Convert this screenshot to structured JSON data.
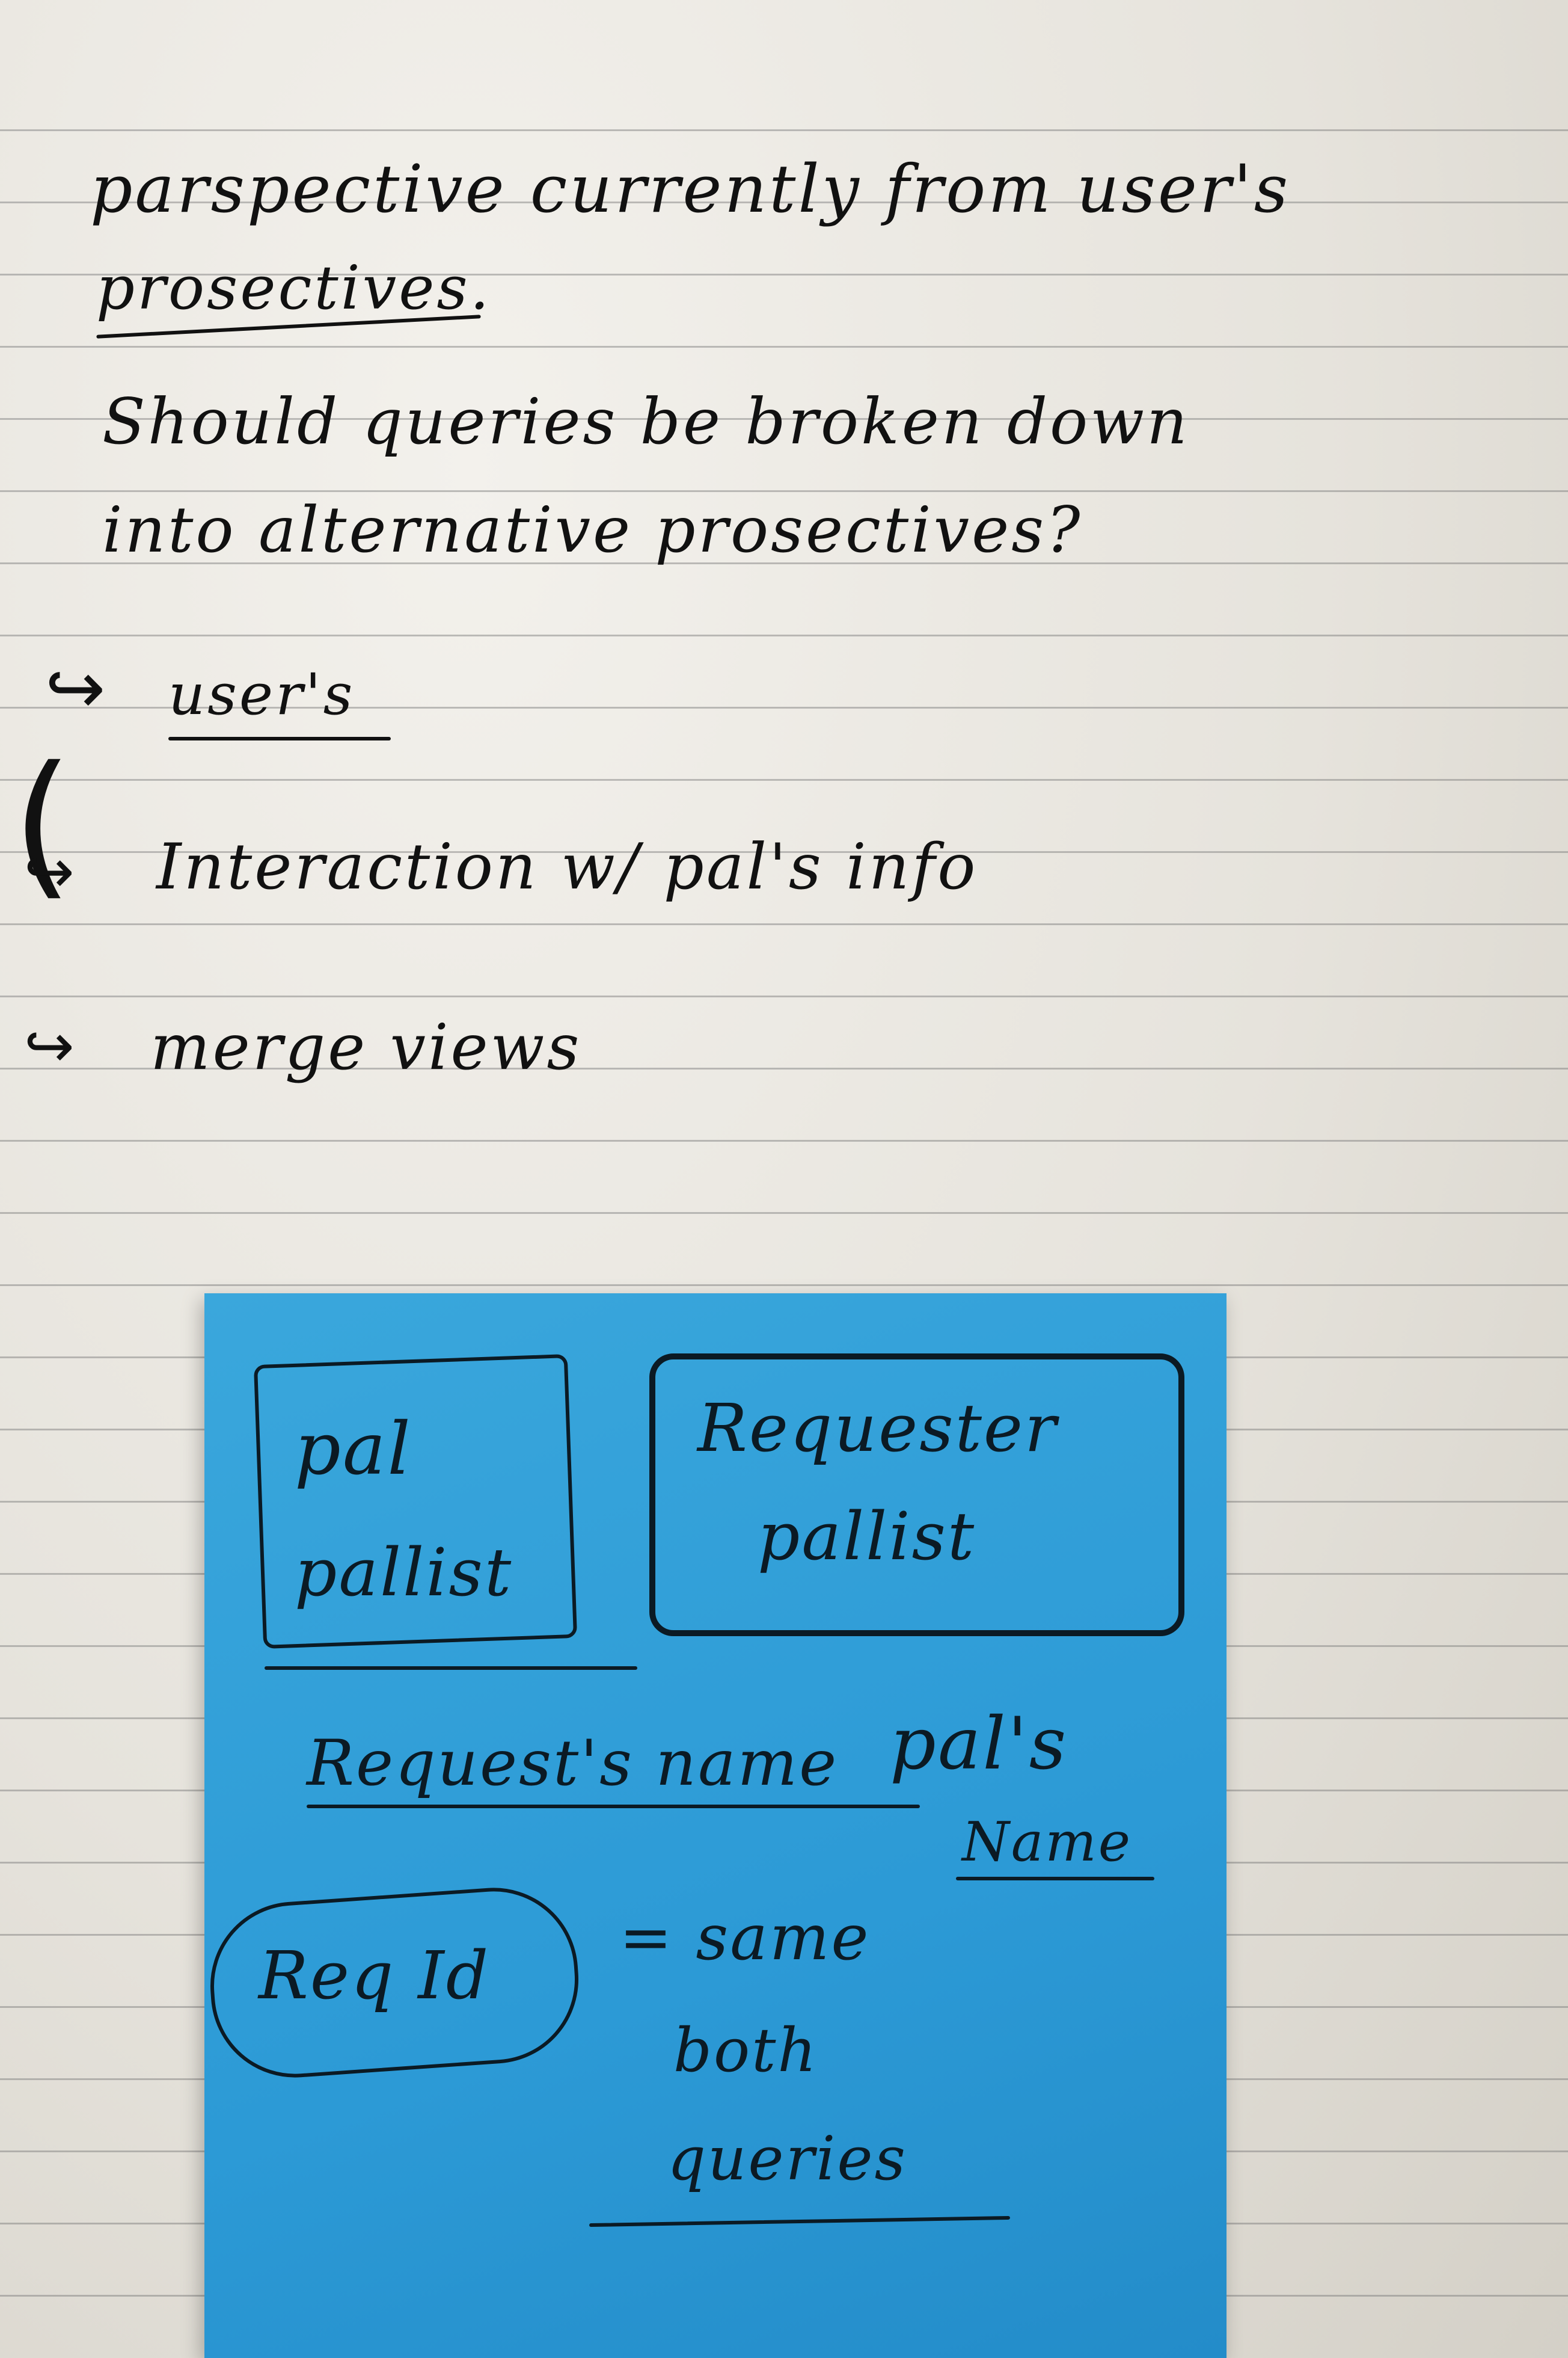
{
  "notebook": {
    "lines": [
      "parspective currently from user's",
      "prosectives.",
      "Should queries be broken down",
      "into alternative prosectives?",
      "user's",
      "Interaction w/ pal's info",
      "merge views"
    ]
  },
  "sticky_note": {
    "box_left_label_1": "pal",
    "box_left_label_2": "pallist",
    "box_right_label_1": "Requester",
    "box_right_label_2": "pallist",
    "request_line": "Request's name",
    "pals_label": "pal's",
    "name_label": "Name",
    "req_id": "Req Id",
    "same_label": "= same",
    "both_label": "both",
    "queries_label": "queries"
  },
  "colors": {
    "sticky_note": "#2c9ad6",
    "ink": "#111111",
    "paper": "#e9e6df"
  }
}
